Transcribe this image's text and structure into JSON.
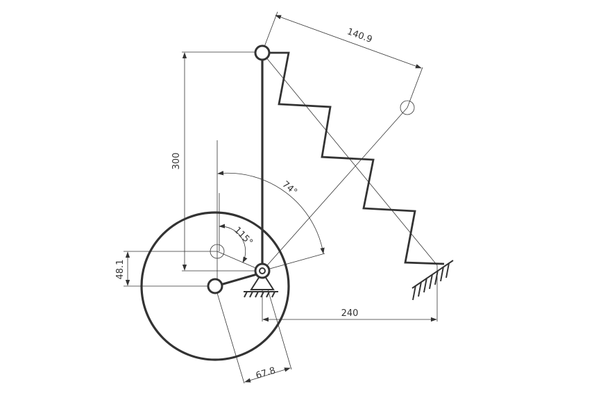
{
  "diagram": {
    "dimensions": {
      "spring_offset": "140.9",
      "link_length": "300",
      "angle_large": "74°",
      "angle_small": "115°",
      "vertical_offset": "48.1",
      "horizontal_offset": "240",
      "radial_offset": "67.8"
    },
    "colors": {
      "line": "#333333",
      "background": "#ffffff"
    },
    "icons": [
      "pivot-support-icon",
      "ground-hatch-icon"
    ]
  }
}
